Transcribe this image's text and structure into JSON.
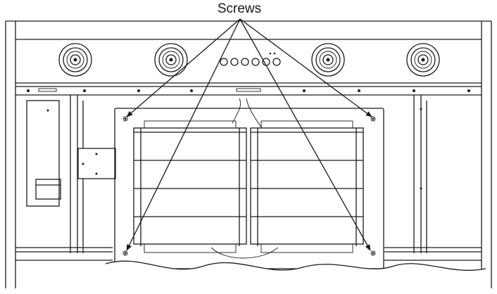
{
  "callout": {
    "label": "Screws"
  },
  "colors": {
    "line": "#1a1a1a",
    "background": "#ffffff"
  },
  "components": {
    "fan_speakers": 4,
    "control_buttons": 6,
    "filter_panels": 2,
    "screws_indicated": 4
  }
}
